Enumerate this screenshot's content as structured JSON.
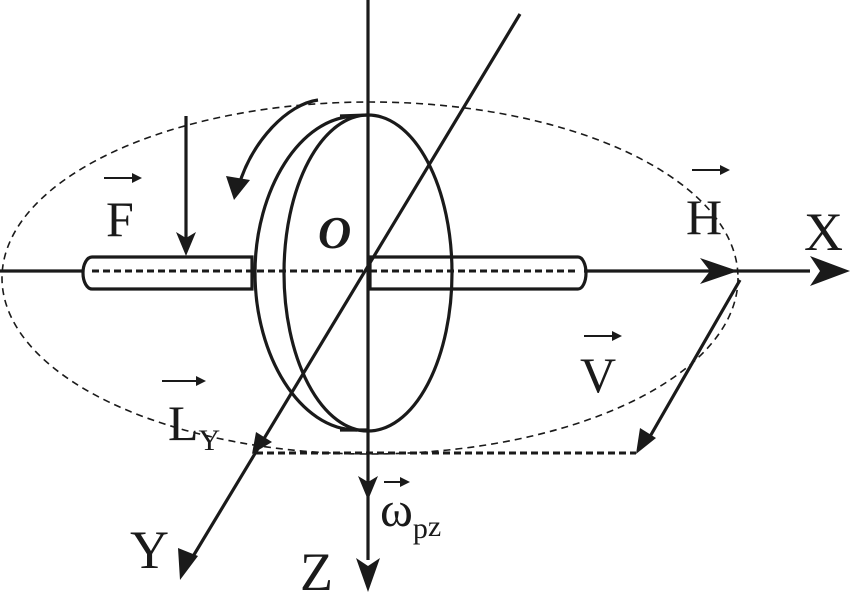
{
  "labels": {
    "force": "F",
    "angular_momentum": "H",
    "x_axis": "X",
    "origin": "O",
    "velocity": "V",
    "torque_main": "L",
    "torque_sub": "Y",
    "omega_main": "ω",
    "omega_sub": "p",
    "omega_sub2": "z",
    "y_axis": "Y",
    "z_axis": "Z"
  }
}
